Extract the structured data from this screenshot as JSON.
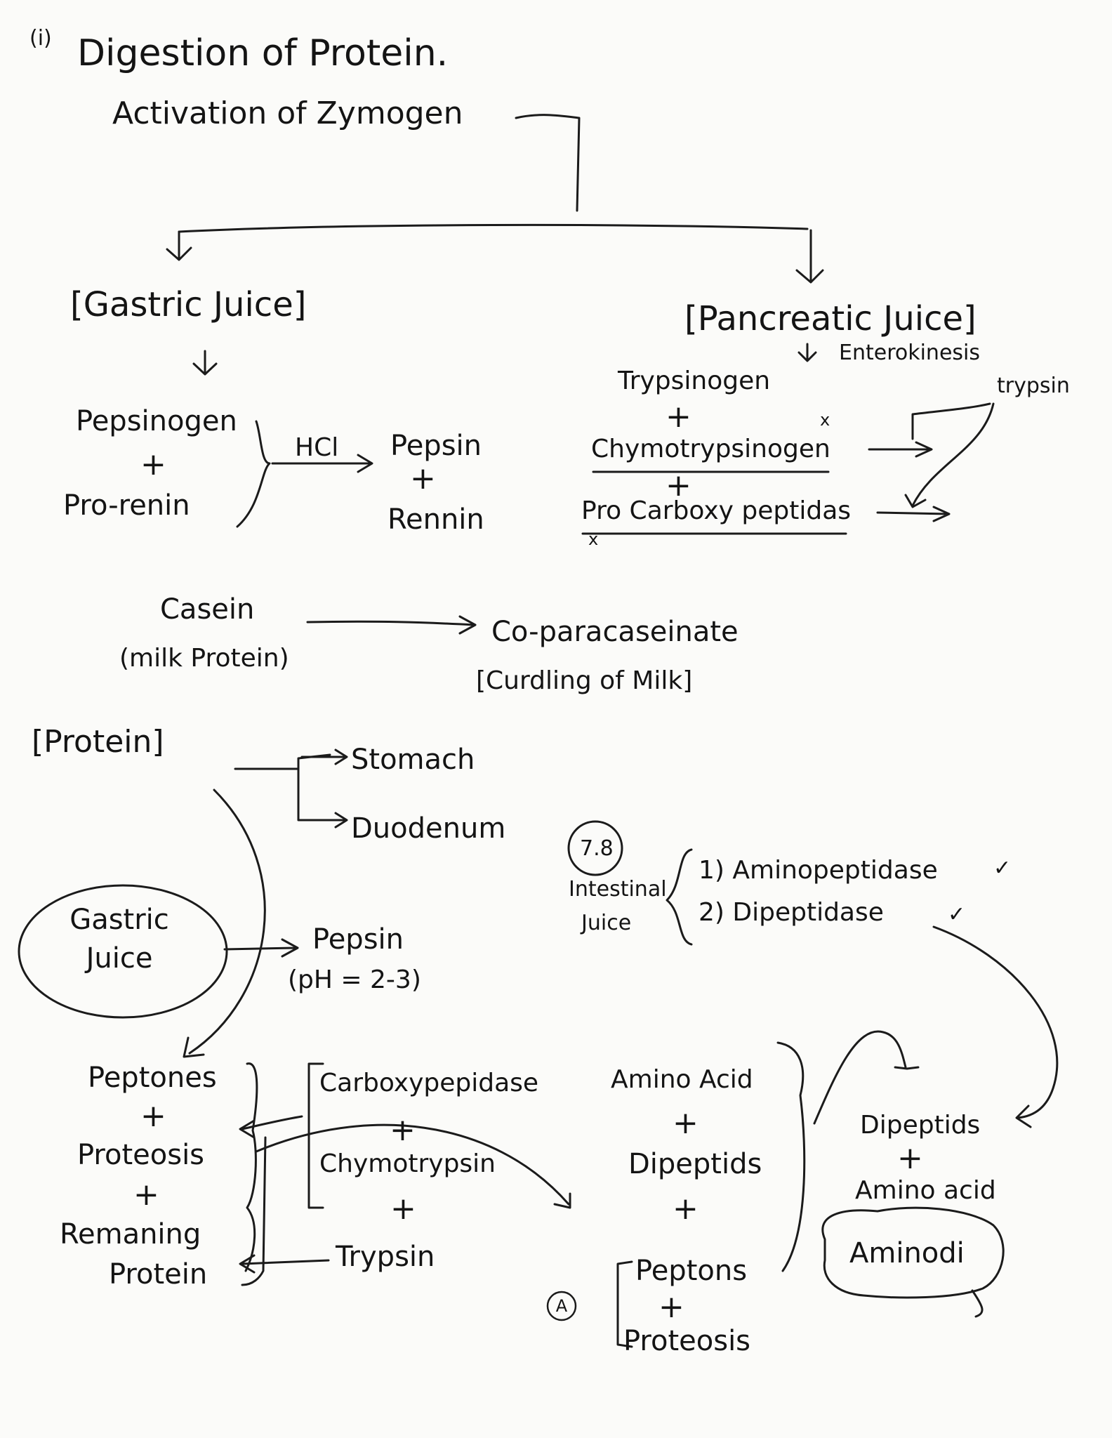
{
  "header": {
    "number": "(i)",
    "title": "Digestion of Protein.",
    "subtitle": "Activation of Zymogen"
  },
  "gastric": {
    "heading": "[Gastric Juice]",
    "zymogen_1": "Pepsinogen",
    "zymogen_2": "Pro-renin",
    "reagent": "HCl",
    "enzyme_1": "Pepsin",
    "enzyme_2": "Rennin"
  },
  "pancreatic": {
    "heading": "[Pancreatic Juice]",
    "activator": "Enterokinesis",
    "enzyme": "trypsin",
    "zymogen_1": "Trypsinogen",
    "zymogen_2": "Chymotrypsinogen",
    "zymogen_3": "Pro Carboxy peptidas"
  },
  "curdling": {
    "substrate": "Casein",
    "substrate_note": "(milk Protein)",
    "product": "Co-paracaseinate",
    "product_note": "[Curdling of Milk]"
  },
  "protein": {
    "label": "[Protein]",
    "site_1": "Stomach",
    "site_2": "Duodenum"
  },
  "gastric_juice": {
    "label_1": "Gastric",
    "label_2": "Juice",
    "enzyme": "Pepsin",
    "ph": "(pH = 2-3)"
  },
  "intestinal": {
    "ph": "7.8",
    "label_1": "Intestinal",
    "label_2": "Juice",
    "enzyme_1": "1) Aminopeptidase",
    "enzyme_2": "2) Dipeptidase"
  },
  "products_1": {
    "p1": "Peptones",
    "p2": "Proteosis",
    "p3": "Remaning",
    "p4": "Protein"
  },
  "pancreatic_enzymes": {
    "e1": "Carboxypepidase",
    "e2": "Chymotrypsin",
    "e3": "Trypsin"
  },
  "products_2": {
    "p1": "Amino Acid",
    "p2": "Dipeptids",
    "p3": "Peptons",
    "p4": "Proteosis",
    "marker": "A"
  },
  "products_3": {
    "p1": "Dipeptids",
    "p2": "Amino acid",
    "p3": "Aminodi"
  },
  "symbols": {
    "plus": "+",
    "x": "x",
    "check": "✓"
  }
}
